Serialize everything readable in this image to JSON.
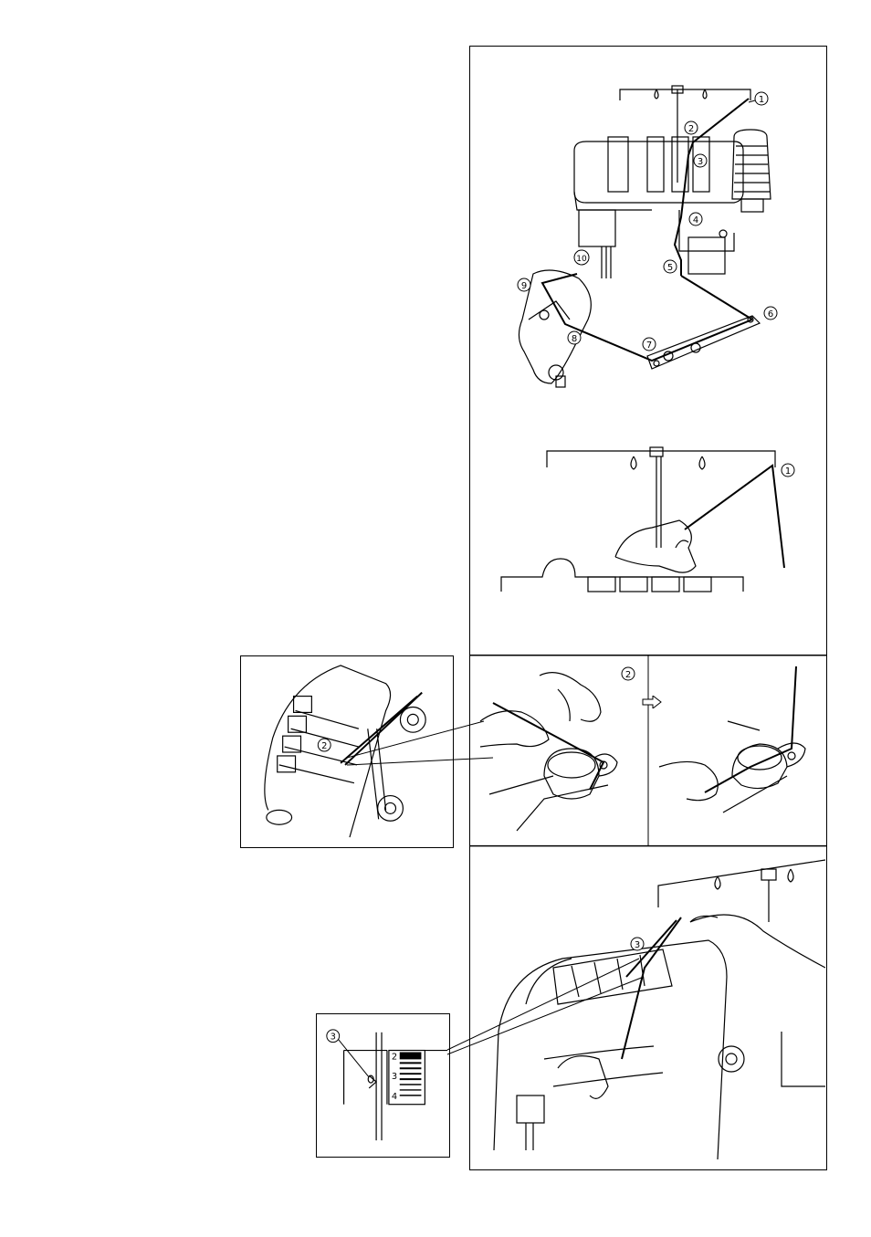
{
  "figures": {
    "overview": {
      "callouts": [
        "1",
        "2",
        "3",
        "4",
        "5",
        "6",
        "7",
        "8",
        "9",
        "10"
      ]
    },
    "thread_stand": {
      "callouts": [
        "1"
      ]
    },
    "guide_top_view": {
      "callouts": [
        "2"
      ]
    },
    "guide_closeup": {
      "callouts": [
        "2"
      ]
    },
    "tension_dial": {
      "callouts": [
        "3"
      ],
      "scale": [
        "2",
        "3",
        "4"
      ]
    },
    "hands_threading": {
      "callouts": [
        "3"
      ]
    }
  },
  "icons": [
    "arrow-right-icon"
  ]
}
